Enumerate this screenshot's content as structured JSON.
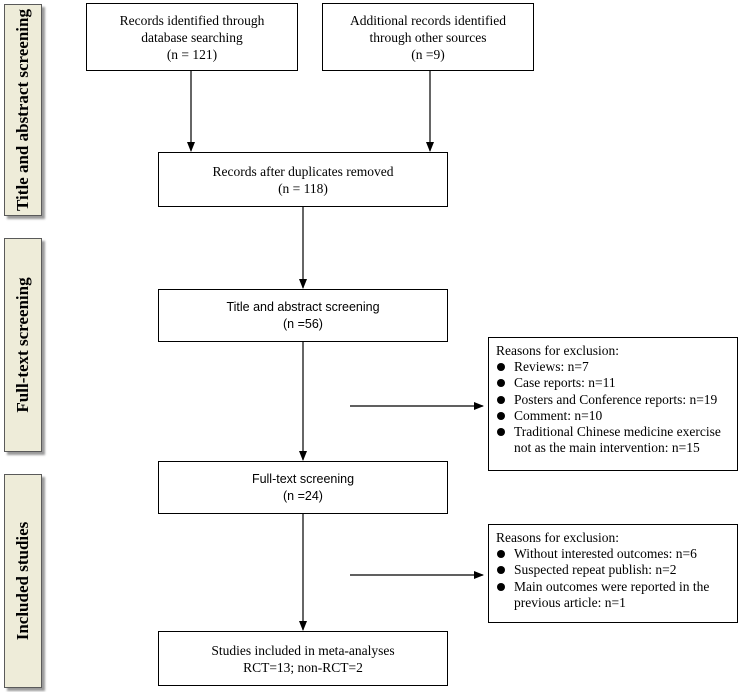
{
  "stages": [
    {
      "id": "title-abstract",
      "label": "Title and abstract screening"
    },
    {
      "id": "full-text",
      "label": "Full-text screening"
    },
    {
      "id": "included",
      "label": "Included studies"
    }
  ],
  "boxes": {
    "database": {
      "line1": "Records identified through",
      "line2": "database searching",
      "line3": "(n = 121)"
    },
    "other": {
      "line1": "Additional records identified",
      "line2": "through other sources",
      "line3": "(n =9)"
    },
    "dedup": {
      "line1": "Records after duplicates removed",
      "line2": "(n = 118)"
    },
    "title_screen": {
      "line1": "Title and abstract screening",
      "line2": "(n =56)"
    },
    "fulltext_screen": {
      "line1": "Full-text screening",
      "line2": "(n =24)"
    },
    "included": {
      "line1": "Studies included in meta-analyses",
      "line2": "RCT=13; non-RCT=2"
    }
  },
  "exclusions": [
    {
      "heading": "Reasons for exclusion:",
      "items": [
        "Reviews: n=7",
        "Case reports: n=11",
        "Posters and Conference reports: n=19",
        "Comment: n=10",
        "Traditional Chinese medicine exercise not as the main intervention: n=15"
      ]
    },
    {
      "heading": "Reasons for exclusion:",
      "items": [
        "Without interested outcomes: n=6",
        "Suspected repeat publish: n=2",
        "Main outcomes were reported in the previous article: n=1"
      ]
    }
  ]
}
